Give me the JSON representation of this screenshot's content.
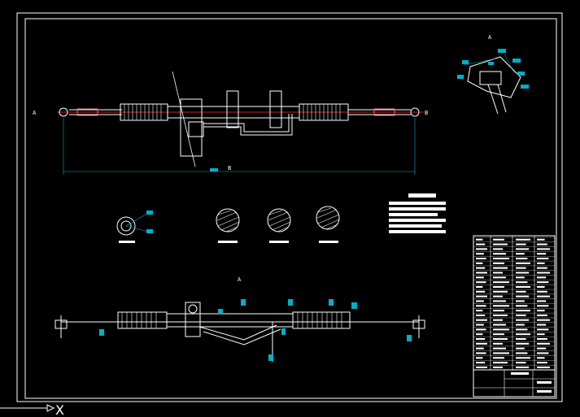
{
  "drawing": {
    "background": "#000000",
    "line_color": "#ffffff",
    "dim_color": "#00b0c8",
    "center_line_color": "#ff3030",
    "ucs_axis_label": "X",
    "dim_overall_prefix": "B",
    "left_end_label": "A",
    "right_end_label": "B",
    "section_mark": "A"
  },
  "tech_requirements": {
    "rows": 8
  },
  "parts_list": {
    "rows": 28
  }
}
